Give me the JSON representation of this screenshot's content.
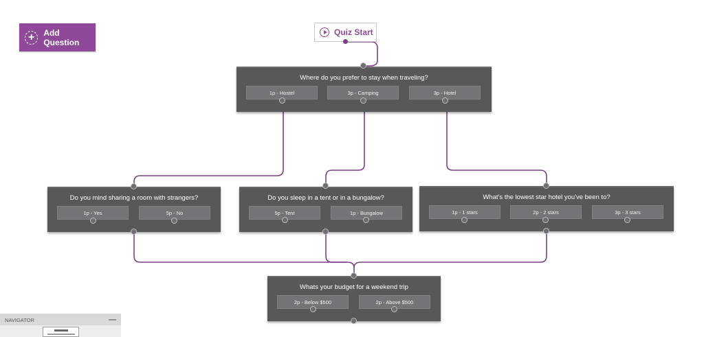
{
  "toolbar": {
    "add_question_label": "Add Question"
  },
  "start_node": {
    "label": "Quiz Start"
  },
  "questions": [
    {
      "title": "Where do you prefer to stay when traveling?",
      "options": [
        "1p - Hostel",
        "3p - Camping",
        "3p - Hotel"
      ]
    },
    {
      "title": "Do you mind sharing a room with strangers?",
      "options": [
        "1p - Yes",
        "5p - No"
      ]
    },
    {
      "title": "Do you sleep in a tent or in a bungalow?",
      "options": [
        "5p - Tent",
        "1p - Bungalow"
      ]
    },
    {
      "title": "What's the lowest star hotel you've been to?",
      "options": [
        "1p - 1 stars",
        "2p - 2 stars",
        "3p - 3 stars"
      ]
    },
    {
      "title": "Whats your budget for a weekend trip",
      "options": [
        "2p - Below $500",
        "2p - Above $500"
      ]
    }
  ],
  "navigator": {
    "title": "NAVIGATOR",
    "minimize_icon": "minus-icon"
  },
  "colors": {
    "accent": "#8e4a98",
    "wire": "#7b3f86",
    "node_bg": "#58585b",
    "option_bg": "#747478"
  }
}
